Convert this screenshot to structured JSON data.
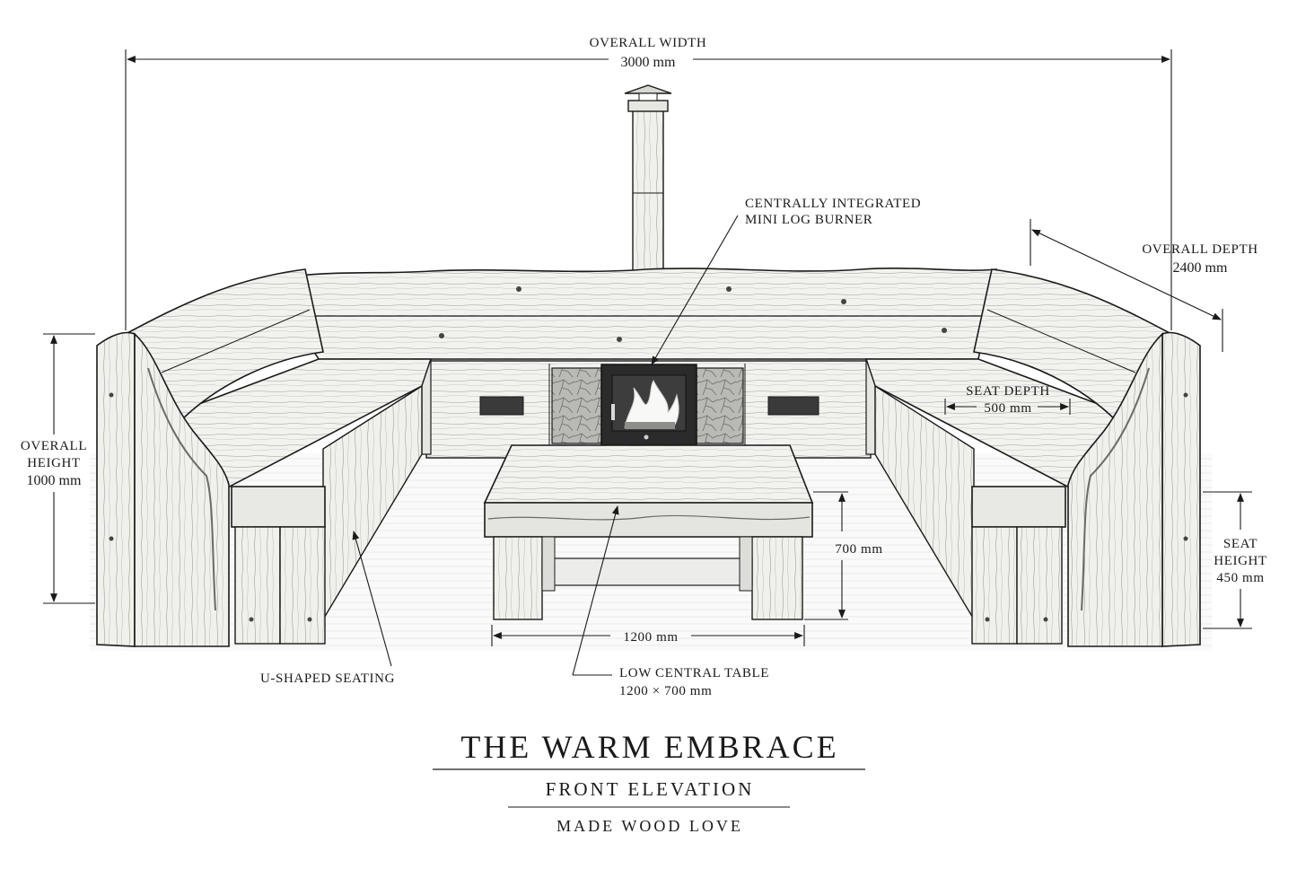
{
  "title": "THE WARM EMBRACE",
  "subtitle": "FRONT ELEVATION",
  "brand": "MADE WOOD LOVE",
  "dimensions": {
    "overall_width": {
      "label": "OVERALL WIDTH",
      "value": "3000 mm"
    },
    "overall_depth": {
      "label": "OVERALL DEPTH",
      "value": "2400 mm"
    },
    "overall_height": {
      "label_line1": "OVERALL",
      "label_line2": "HEIGHT",
      "value": "1000 mm"
    },
    "seat_depth": {
      "label": "SEAT DEPTH",
      "value": "500 mm"
    },
    "seat_height": {
      "label_line1": "SEAT",
      "label_line2": "HEIGHT",
      "value": "450 mm"
    },
    "table_depth": {
      "value": "700 mm"
    },
    "table_width": {
      "value": "1200 mm"
    }
  },
  "callouts": {
    "burner": {
      "line1": "CENTRALLY INTEGRATED",
      "line2": "MINI LOG BURNER"
    },
    "seating": {
      "line1": "U-SHAPED SEATING"
    },
    "table": {
      "line1": "LOW CENTRAL TABLE",
      "line2": "1200 × 700 mm"
    }
  },
  "colors": {
    "ink": "#1a1a1a",
    "wood_light": "#f3f3f1",
    "wood_mid": "#dcdcd8",
    "wood_dark": "#9a9a96",
    "fire": "#fafafa",
    "stove": "#2b2b2b"
  }
}
